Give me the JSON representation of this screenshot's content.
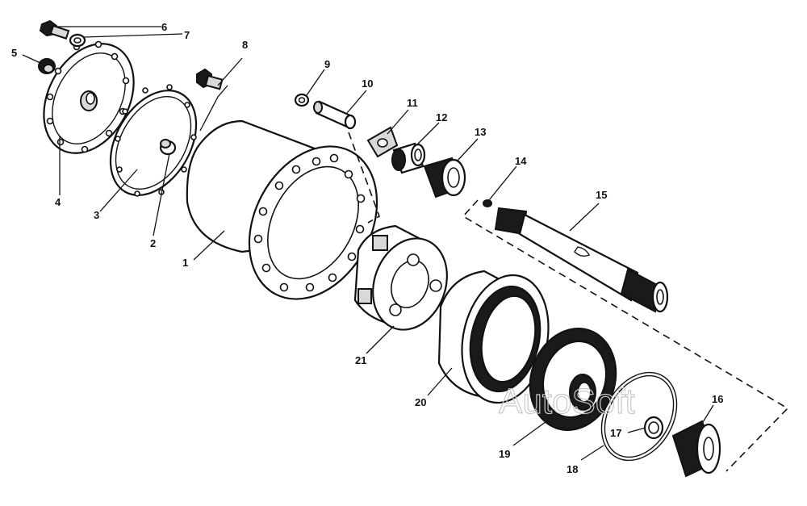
{
  "diagram": {
    "callouts": [
      {
        "id": "c1",
        "label": "1"
      },
      {
        "id": "c2",
        "label": "2"
      },
      {
        "id": "c3",
        "label": "3"
      },
      {
        "id": "c4",
        "label": "4"
      },
      {
        "id": "c5",
        "label": "5"
      },
      {
        "id": "c6",
        "label": "6"
      },
      {
        "id": "c7",
        "label": "7"
      },
      {
        "id": "c8",
        "label": "8"
      },
      {
        "id": "c9",
        "label": "9"
      },
      {
        "id": "c10",
        "label": "10"
      },
      {
        "id": "c11",
        "label": "11"
      },
      {
        "id": "c12",
        "label": "12"
      },
      {
        "id": "c13",
        "label": "13"
      },
      {
        "id": "c14",
        "label": "14"
      },
      {
        "id": "c15",
        "label": "15"
      },
      {
        "id": "c16",
        "label": "16"
      },
      {
        "id": "c17",
        "label": "17"
      },
      {
        "id": "c18",
        "label": "18"
      },
      {
        "id": "c19",
        "label": "19"
      },
      {
        "id": "c20",
        "label": "20"
      },
      {
        "id": "c21",
        "label": "21"
      }
    ],
    "watermark": "AutoSoft"
  }
}
